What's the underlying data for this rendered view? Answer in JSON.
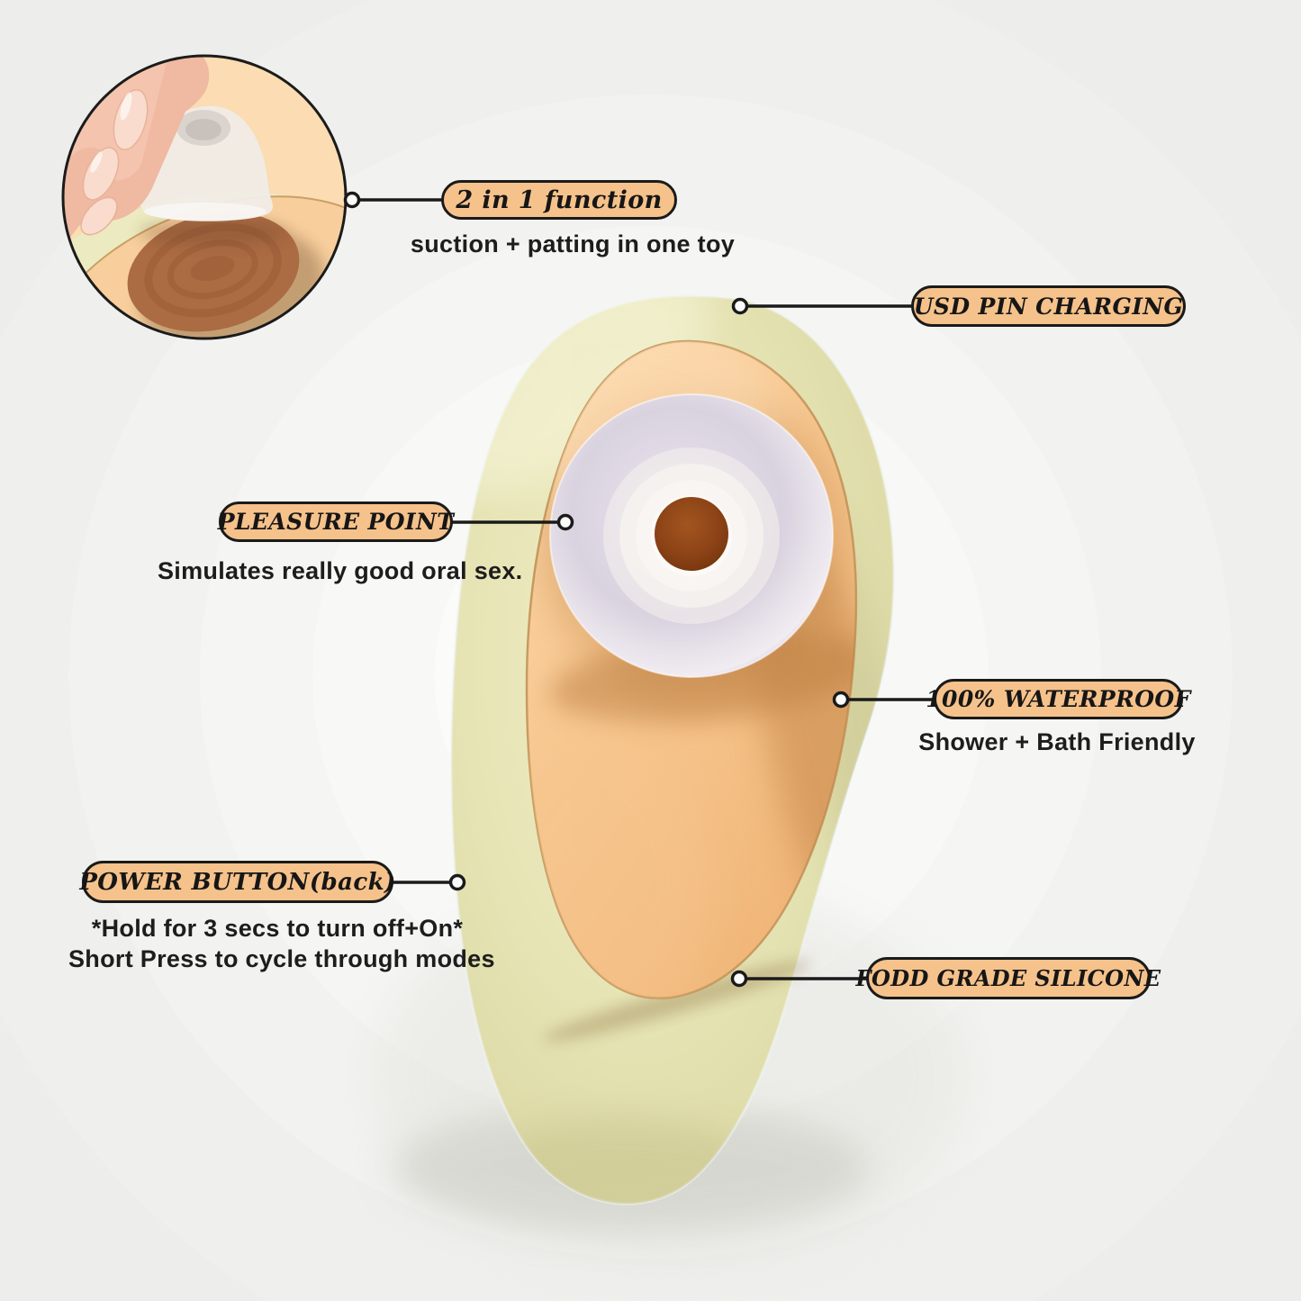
{
  "callouts": {
    "two_in_one": {
      "label": "2 in 1 function",
      "caption": "suction + patting in one toy"
    },
    "usb": {
      "label": "USD PIN CHARGING"
    },
    "pleasure": {
      "label": "PLEASURE POINT",
      "caption": "Simulates really good oral sex."
    },
    "waterproof": {
      "label": "100% WATERPROOF",
      "caption": "Shower + Bath Friendly"
    },
    "power": {
      "label": "POWER BUTTON(back)",
      "caption_line1": "*Hold for 3 secs to turn off+On*",
      "caption_line2": "Short Press to cycle through modes"
    },
    "silicone": {
      "label": "FODD GRADE SILICONE"
    }
  },
  "colors": {
    "badge_bg": "#f6c28b",
    "badge_border": "#1a1a1a",
    "badge_text": "#161616",
    "connector": "#1a1a1a",
    "caption_text": "#1d1d1d",
    "background": "#f1f1ef",
    "body_green": "#e6e4b4",
    "panel_peach": "#f8c992",
    "donut_silicone": "#e0d9e5",
    "suction_hole": "#8c4316",
    "inset_bg": "#fbdcb3",
    "pit_brown": "#ab6b43",
    "skin": "#efb9a2",
    "nail": "#f9dccd"
  }
}
